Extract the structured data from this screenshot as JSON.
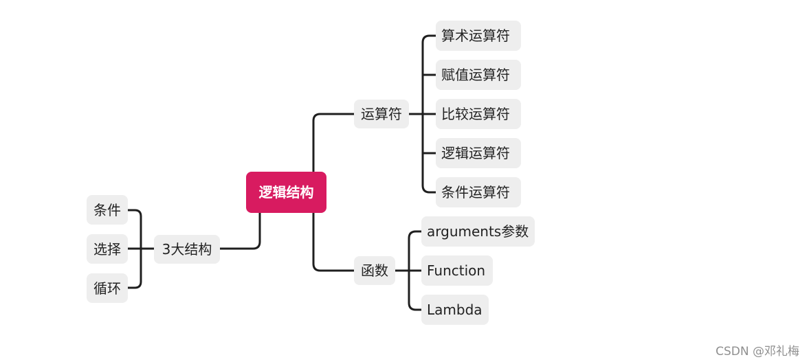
{
  "root": {
    "label": "逻辑结构",
    "color": "#d81b60"
  },
  "branches": {
    "structure": {
      "label": "3大结构",
      "children": [
        "条件",
        "选择",
        "循环"
      ]
    },
    "operators": {
      "label": "运算符",
      "children": [
        "算术运算符",
        "赋值运算符",
        "比较运算符",
        "逻辑运算符",
        "条件运算符"
      ]
    },
    "functions": {
      "label": "函数",
      "children": [
        "arguments参数",
        "Function",
        "Lambda"
      ]
    }
  },
  "watermark": "CSDN @邓礼梅"
}
